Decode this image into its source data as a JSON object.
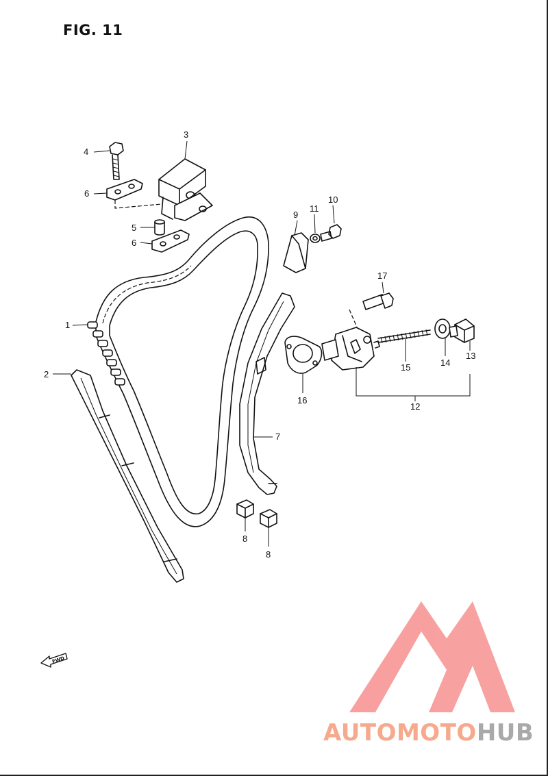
{
  "figure": {
    "title": "FIG. 11",
    "fwd_label": "FWD",
    "parts": [
      {
        "id": "1"
      },
      {
        "id": "2"
      },
      {
        "id": "3"
      },
      {
        "id": "4"
      },
      {
        "id": "5"
      },
      {
        "id": "6"
      },
      {
        "id": "6"
      },
      {
        "id": "7"
      },
      {
        "id": "8"
      },
      {
        "id": "8"
      },
      {
        "id": "9"
      },
      {
        "id": "10"
      },
      {
        "id": "11"
      },
      {
        "id": "12"
      },
      {
        "id": "13"
      },
      {
        "id": "14"
      },
      {
        "id": "15"
      },
      {
        "id": "16"
      },
      {
        "id": "17"
      }
    ]
  },
  "watermark": {
    "word_a": "AUTOMOTO",
    "word_b": "HUB",
    "color_a": "#f6a98c",
    "color_b": "#a9a9a9",
    "logo_color": "#f79090"
  }
}
